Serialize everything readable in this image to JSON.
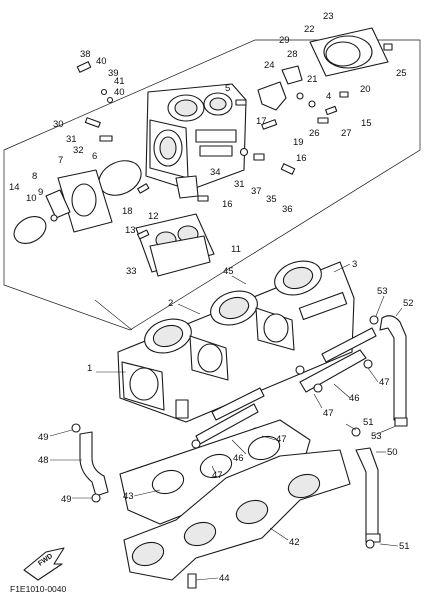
{
  "diagram": {
    "caption": "F1E1010-0040",
    "fwd_label": "FWD",
    "callouts": [
      "1",
      "2",
      "3",
      "4",
      "5",
      "6",
      "7",
      "8",
      "9",
      "10",
      "11",
      "12",
      "13",
      "14",
      "15",
      "16",
      "16",
      "17",
      "18",
      "19",
      "20",
      "21",
      "22",
      "23",
      "24",
      "25",
      "26",
      "27",
      "28",
      "29",
      "30",
      "31",
      "31",
      "32",
      "33",
      "34",
      "35",
      "36",
      "37",
      "38",
      "39",
      "40",
      "40",
      "41",
      "42",
      "43",
      "44",
      "45",
      "46",
      "46",
      "47",
      "47",
      "47",
      "47",
      "48",
      "49",
      "49",
      "50",
      "51",
      "51",
      "52",
      "53",
      "53"
    ]
  }
}
